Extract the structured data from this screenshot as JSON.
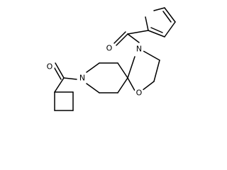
{
  "molecule": {
    "atoms": [
      {
        "label": "O"
      },
      {
        "label": "O"
      },
      {
        "label": "N"
      },
      {
        "label": "N"
      },
      {
        "label": "O"
      }
    ]
  }
}
